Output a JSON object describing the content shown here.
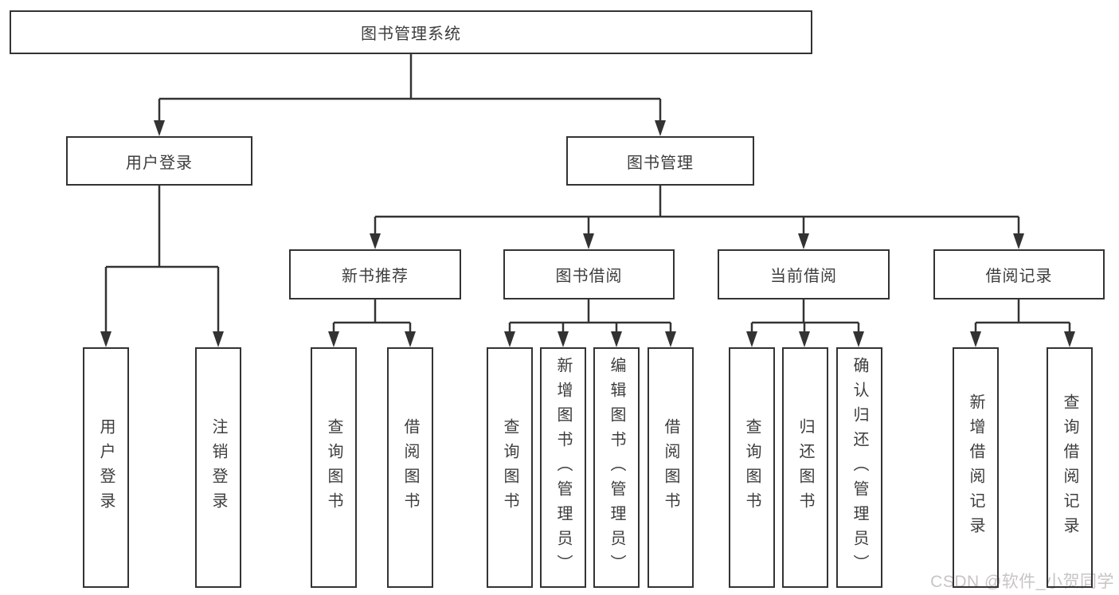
{
  "tree": {
    "label": "图书管理系统",
    "children": [
      {
        "label": "用户登录",
        "children": [
          {
            "label": "用户登录"
          },
          {
            "label": "注销登录"
          }
        ]
      },
      {
        "label": "图书管理",
        "children": [
          {
            "label": "新书推荐",
            "children": [
              {
                "label": "查询图书"
              },
              {
                "label": "借阅图书"
              }
            ]
          },
          {
            "label": "图书借阅",
            "children": [
              {
                "label": "查询图书"
              },
              {
                "label": "新增图书（管理员）"
              },
              {
                "label": "编辑图书（管理员）"
              },
              {
                "label": "借阅图书"
              }
            ]
          },
          {
            "label": "当前借阅",
            "children": [
              {
                "label": "查询图书"
              },
              {
                "label": "归还图书"
              },
              {
                "label": "确认归还（管理员）"
              }
            ]
          },
          {
            "label": "借阅记录",
            "children": [
              {
                "label": "新增借阅记录"
              },
              {
                "label": "查询借阅记录"
              }
            ]
          }
        ]
      }
    ]
  },
  "watermark": {
    "text": "CSDN @软件_小贺同学"
  },
  "colors": {
    "line": "#333333",
    "box_border": "#333333",
    "box_fill": "#ffffff",
    "text": "#3d3d3d",
    "background": "#ffffff",
    "watermark": "#c8c4c4"
  }
}
